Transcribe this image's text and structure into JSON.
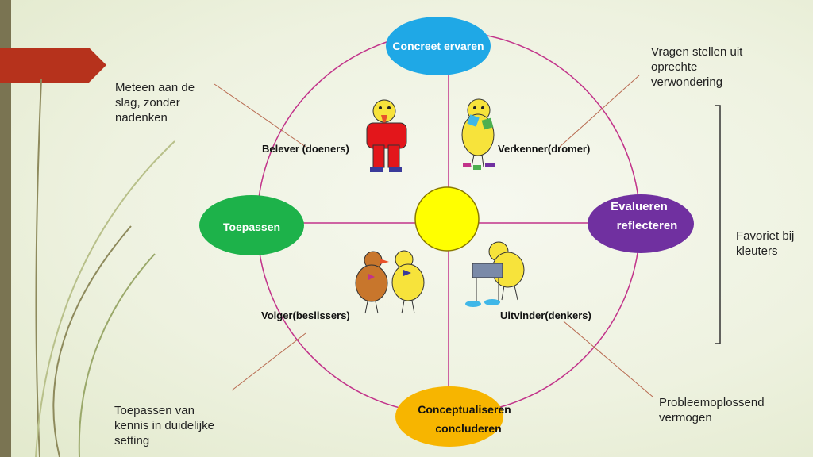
{
  "nodes": {
    "top": "Concreet ervaren",
    "left": "Toepassen",
    "right_line1": "Evalueren",
    "right_line2": "reflecteren",
    "bottom_line1": "Conceptualiseren",
    "bottom_line2": "concluderen"
  },
  "quadrants": {
    "top_left": "Belever (doeners)",
    "top_right": "Verkenner(dromer)",
    "bottom_left": "Volger(beslissers)",
    "bottom_right": "Uitvinder(denkers)"
  },
  "notes": {
    "top_left": [
      "Meteen aan de",
      "slag, zonder",
      "nadenken"
    ],
    "top_right": [
      "Vragen stellen uit",
      "oprechte",
      "verwondering"
    ],
    "right": [
      "Favoriet bij",
      "kleuters"
    ],
    "bottom_left": [
      "Toepassen van",
      "kennis in duidelijke",
      "setting"
    ],
    "bottom_right": [
      "Probleemoplossend",
      "vermogen"
    ]
  },
  "colors": {
    "circle": "#c2338a",
    "top_node": "#1fa8e6",
    "left_node": "#1db24a",
    "right_node": "#7030a0",
    "bottom_node": "#f7b500",
    "center": "#ffff00",
    "chick": "#f7e33b",
    "banner": "#b6321c",
    "sidebar": "#7a7452"
  }
}
